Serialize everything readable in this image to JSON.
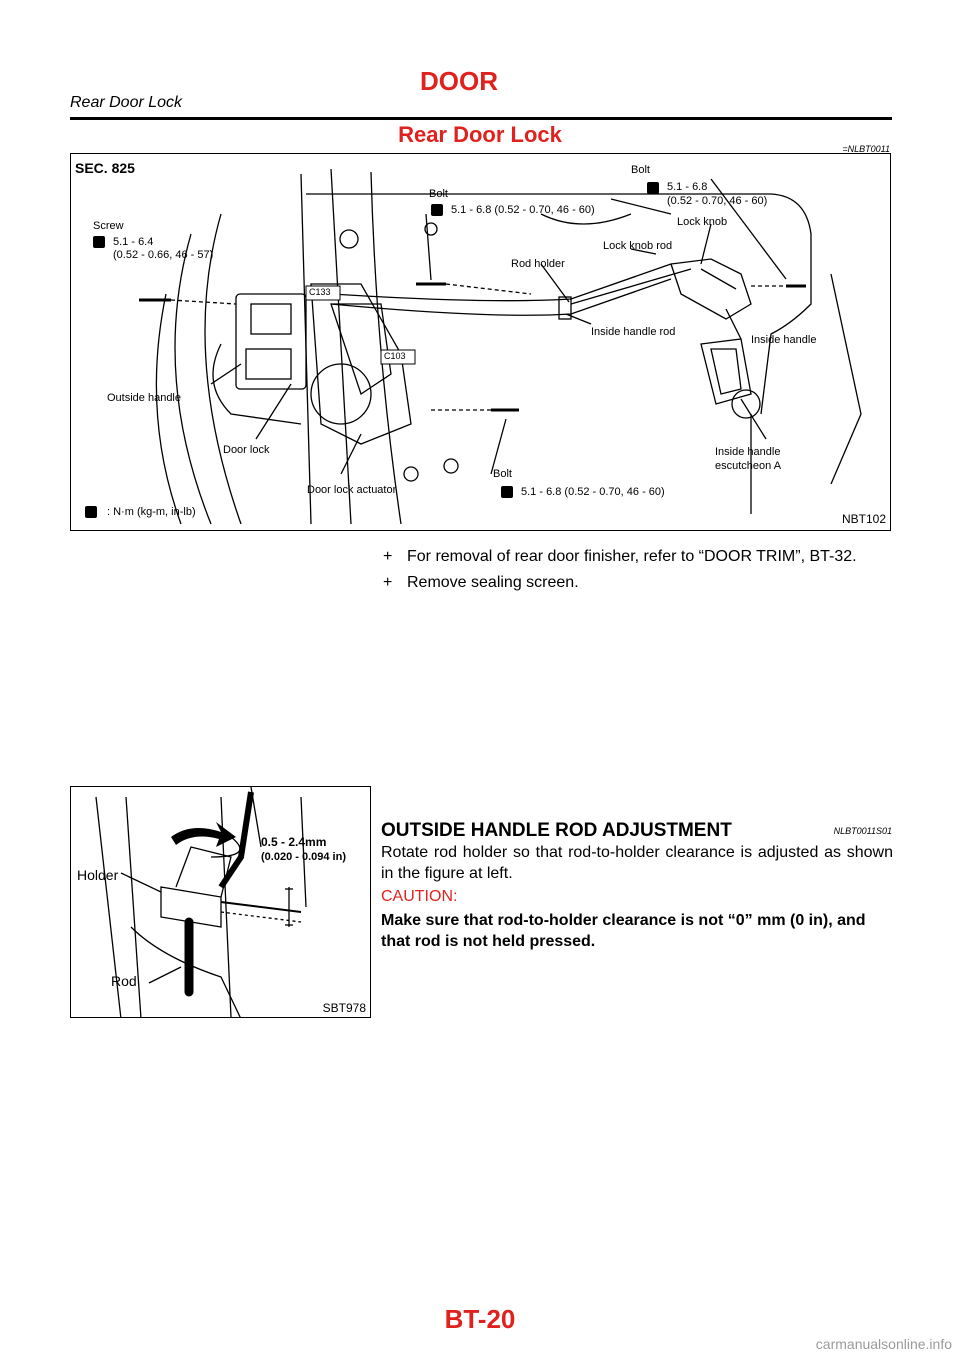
{
  "header": {
    "section": "DOOR",
    "subsection": "Rear Door Lock"
  },
  "section": {
    "title": "Rear Door Lock",
    "code": "=NLBT0011"
  },
  "figure1": {
    "sec": "SEC. 825",
    "id": "NBT102",
    "labels": {
      "screw": "Screw",
      "screw_torque_1": "5.1 - 6.4",
      "screw_torque_2": "(0.52 - 0.66, 46 - 57)",
      "bolt_top": "Bolt",
      "bolt_top_torque": "5.1 - 6.8 (0.52 - 0.70, 46 - 60)",
      "bolt_right": "Bolt",
      "bolt_right_torque_1": "5.1 - 6.8",
      "bolt_right_torque_2": "(0.52 - 0.70, 46 - 60)",
      "lock_knob": "Lock knob",
      "lock_knob_rod": "Lock knob rod",
      "rod_holder": "Rod holder",
      "inside_handle_rod": "Inside handle rod",
      "inside_handle": "Inside handle",
      "outside_handle": "Outside handle",
      "door_lock": "Door lock",
      "door_lock_actuator": "Door lock actuator",
      "inside_handle_escutcheon_1": "Inside handle",
      "inside_handle_escutcheon_2": "escutcheon A",
      "bolt_bottom": "Bolt",
      "bolt_bottom_torque": "5.1 - 6.8 (0.52 - 0.70, 46 - 60)",
      "connector_c133": "C133",
      "connector_c103": "C103",
      "units": ": N·m (kg-m, in-lb)"
    }
  },
  "bullets": [
    "For removal of rear door finisher, refer to “DOOR TRIM”, BT-32.",
    "Remove sealing screen."
  ],
  "bullet_symbol": "+",
  "adjustment": {
    "title": "OUTSIDE HANDLE ROD ADJUSTMENT",
    "code": "NLBT0011S01",
    "text": "Rotate rod holder so that rod-to-holder clearance is adjusted as shown in the figure at left.",
    "caution_label": "CAUTION:",
    "caution_text": "Make sure that rod-to-holder clearance is not “0” mm (0 in), and that rod is not held pressed."
  },
  "figure2": {
    "id": "SBT978",
    "holder": "Holder",
    "rod": "Rod",
    "dim_1": "0.5 - 2.4mm",
    "dim_2": "(0.020 - 0.094 in)"
  },
  "page": {
    "number": "BT-20",
    "watermark": "carmanualsonline.info"
  },
  "colors": {
    "accent": "#e0221e"
  }
}
